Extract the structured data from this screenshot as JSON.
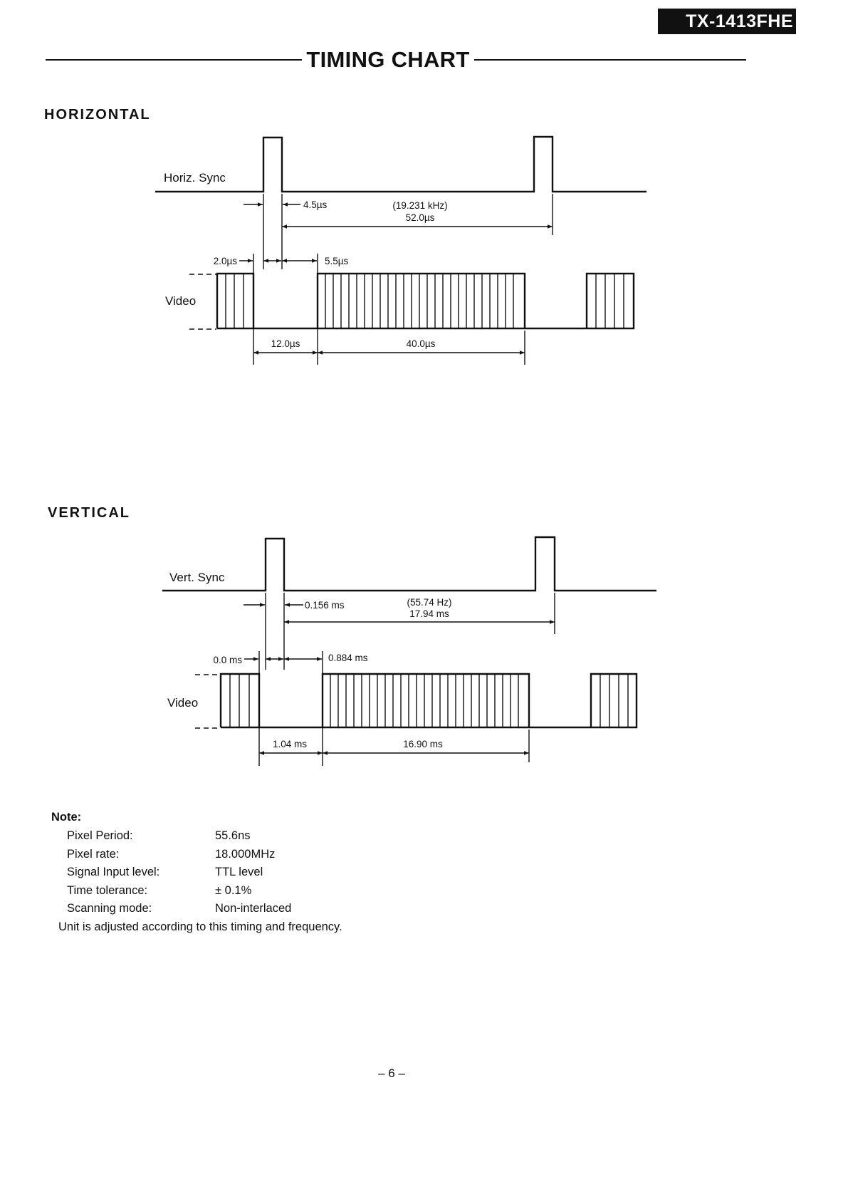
{
  "header": {
    "model": "TX-1413FHE",
    "title": "TIMING CHART"
  },
  "colors": {
    "ink": "#111111",
    "paper": "#ffffff"
  },
  "horizontal": {
    "heading": "HORIZONTAL",
    "sync_label": "Horiz. Sync",
    "video_label": "Video",
    "sync_width": "4.5µs",
    "frequency": "(19.231 kHz)",
    "period": "52.0µs",
    "front_porch": "2.0µs",
    "back_porch": "5.5µs",
    "blanking": "12.0µs",
    "active": "40.0µs"
  },
  "vertical": {
    "heading": "VERTICAL",
    "sync_label": "Vert. Sync",
    "video_label": "Video",
    "sync_width": "0.156 ms",
    "frequency": "(55.74 Hz)",
    "period": "17.94 ms",
    "front_porch": "0.0 ms",
    "back_porch": "0.884 ms",
    "blanking": "1.04 ms",
    "active": "16.90 ms"
  },
  "notes": {
    "title": "Note:",
    "items": [
      {
        "key": "Pixel Period:",
        "value": "55.6ns"
      },
      {
        "key": "Pixel rate:",
        "value": "18.000MHz"
      },
      {
        "key": "Signal Input level:",
        "value": "TTL level"
      },
      {
        "key": "Time tolerance:",
        "value": "± 0.1%"
      },
      {
        "key": "Scanning mode:",
        "value": "Non-interlaced"
      }
    ],
    "footer": "Unit is adjusted according to this timing and frequency."
  },
  "page_number": "– 6 –"
}
